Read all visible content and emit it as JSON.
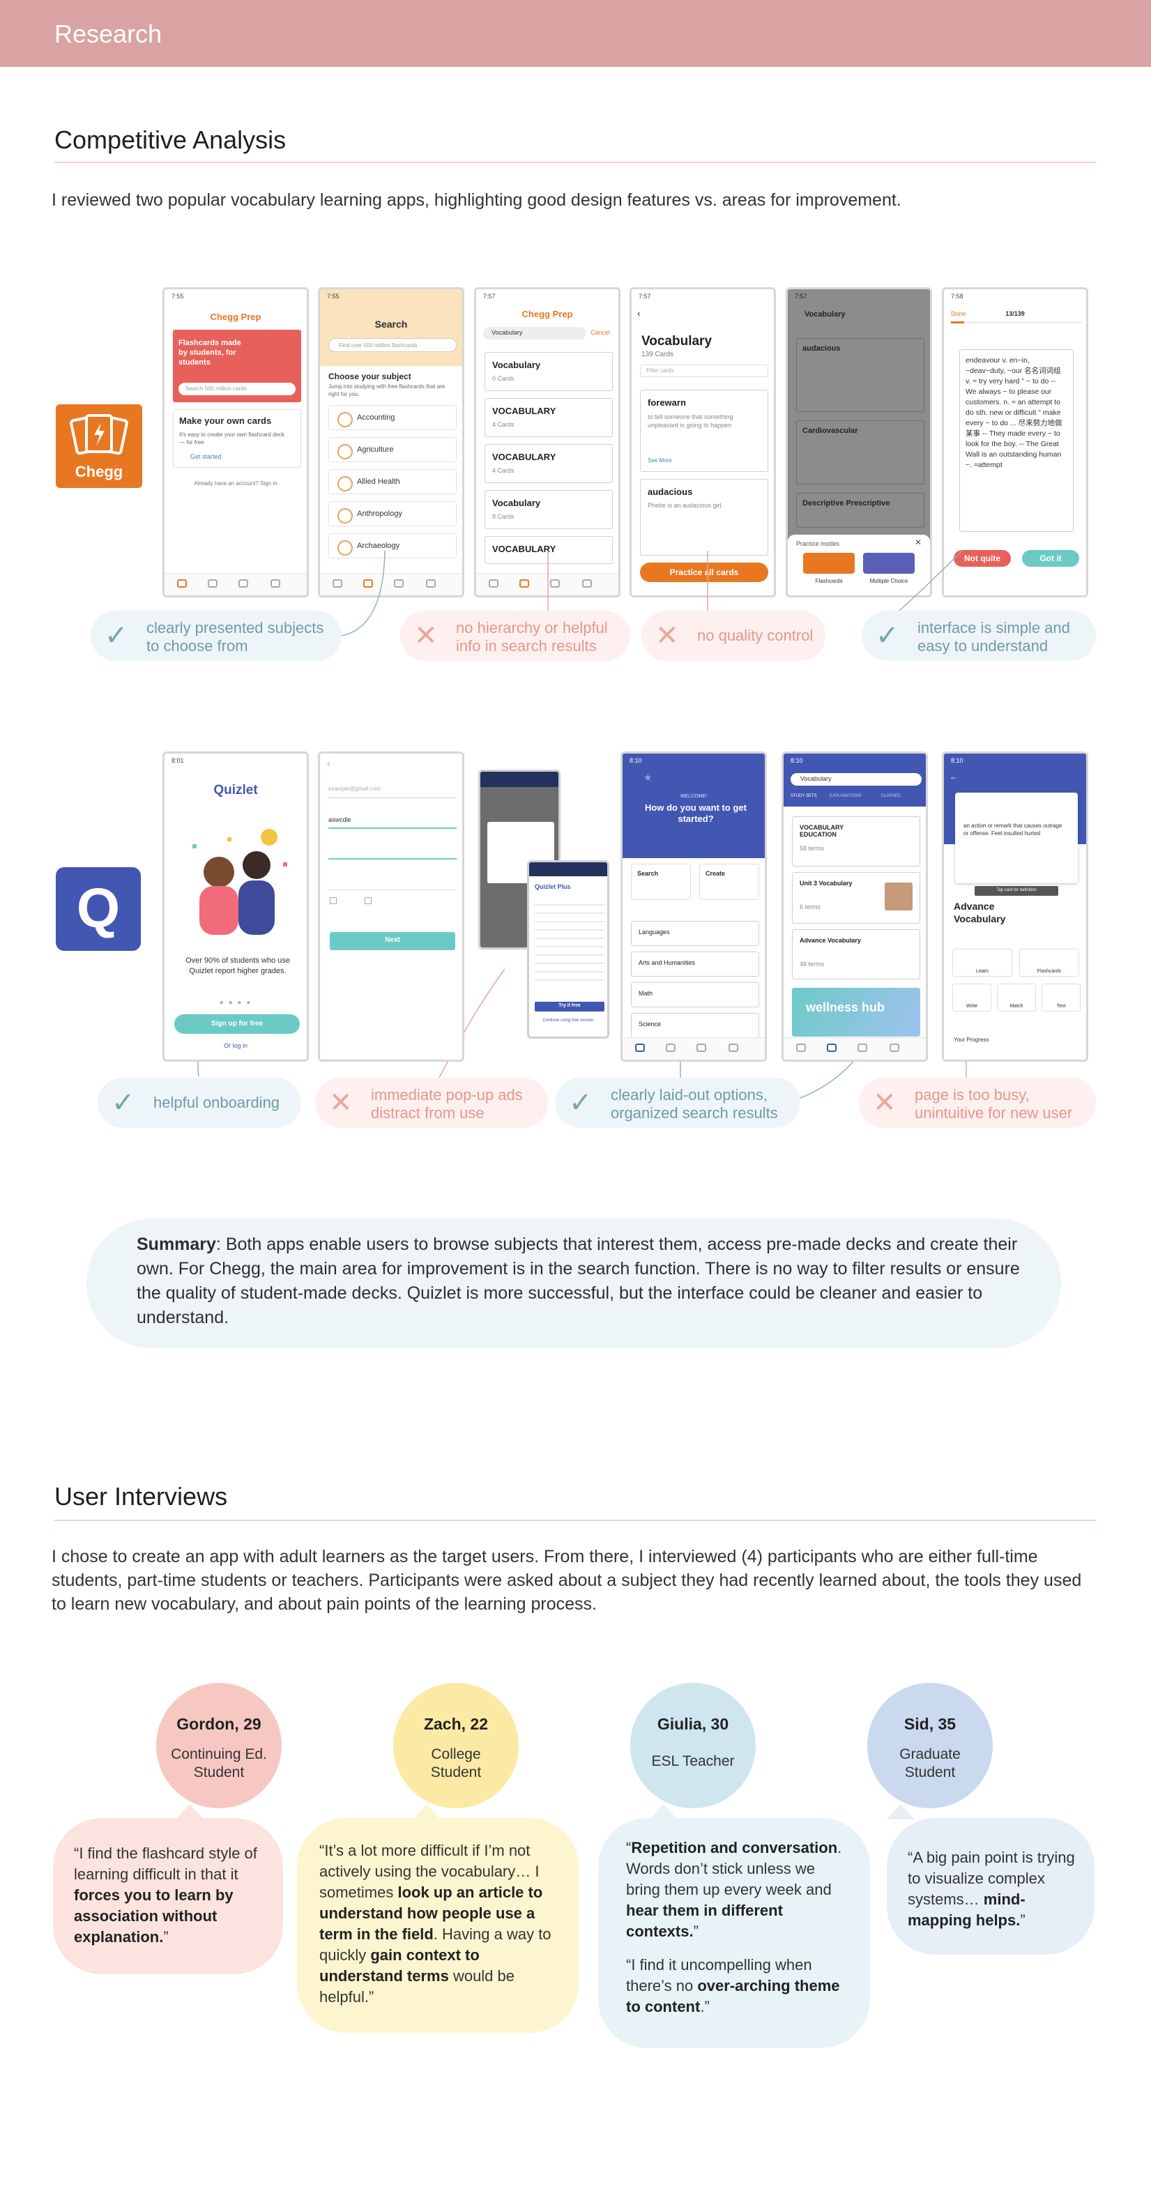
{
  "banner": {
    "title": "Research"
  },
  "competitive": {
    "title": "Competitive Analysis",
    "intro": "I reviewed two popular vocabulary learning apps, highlighting good design features vs. areas for improvement.",
    "chegg": {
      "logo_label": "Chegg",
      "screens": {
        "s1": {
          "time": "7:55",
          "brand": "Chegg Prep",
          "hero": "Flashcards made by students, for students",
          "search_ph": "Search 500 million cards",
          "own_title": "Make your own cards",
          "own_sub": "It's easy to create your own flashcard deck — for free",
          "get_started": "Get started",
          "account": "Already have an account? Sign in"
        },
        "s2": {
          "time": "7:55",
          "title": "Search",
          "search_ph": "Find over 500 million flashcards",
          "choose": "Choose your subject",
          "choose_sub": "Jump into studying with free flashcards that are right for you.",
          "subjects": [
            "Accounting",
            "Agriculture",
            "Allied Health",
            "Anthropology",
            "Archaeology"
          ]
        },
        "s3": {
          "time": "7:57",
          "brand": "Chegg Prep",
          "query": "Vocabulary",
          "cancel": "Cancel",
          "results": [
            {
              "t": "Vocabulary",
              "s": "0 Cards"
            },
            {
              "t": "VOCABULARY",
              "s": "4 Cards"
            },
            {
              "t": "VOCABULARY",
              "s": "4 Cards"
            },
            {
              "t": "Vocabulary",
              "s": "8 Cards"
            },
            {
              "t": "VOCABULARY",
              "s": ""
            }
          ]
        },
        "s4": {
          "time": "7:57",
          "title": "Vocabulary",
          "count": "139 Cards",
          "filter_ph": "Filter cards",
          "cards": [
            {
              "t": "forewarn",
              "s": "to tell someone that something unpleasant is going to happen"
            },
            {
              "t": "audacious",
              "s": "Phebe is an audacious girl."
            }
          ],
          "see_more": "See More",
          "practice": "Practice all cards"
        },
        "s5": {
          "time": "7:57",
          "title": "Vocabulary",
          "cards": [
            "audacious",
            "Cardiovascular",
            "Descriptive Prescriptive"
          ],
          "modes": "Practice modes",
          "flash": "Flashcards",
          "multi": "Multiple Choice"
        },
        "s6": {
          "time": "7:58",
          "done": "Done",
          "progress": "13/139",
          "card_text": "endeavour v. en~in, ~deav~duty, ~our 名名词词组 v. ≈ try very hard \" ~ to do -- We always ~ to please our customers. n. ≈ an attempt to do sth. new or difficult \" make every ~ to do ... 尽来努力地做某事 -- They made every ~ to look for the boy. -- The Great Wall is an outstanding human ~. ≈attempt",
          "not_quite": "Not quite",
          "got_it": "Got it"
        }
      },
      "callouts": [
        {
          "type": "good",
          "mark": "✓",
          "text": "clearly presented subjects to choose from"
        },
        {
          "type": "bad",
          "mark": "✕",
          "text": "no hierarchy or helpful info in search results"
        },
        {
          "type": "bad",
          "mark": "✕",
          "text": "no quality control"
        },
        {
          "type": "good",
          "mark": "✓",
          "text": "interface is simple and easy to understand"
        }
      ]
    },
    "quizlet": {
      "logo_label": "Q",
      "screens": {
        "s1": {
          "time": "8:01",
          "brand": "Quizlet",
          "claim": "Over 90% of students who use Quizlet report higher grades.",
          "signup": "Sign up for free",
          "login": "Or log in"
        },
        "s2": {
          "email_ph": "example@gmail.com",
          "username": "aswcdle",
          "next": "Next"
        },
        "s3": {
          "popup_title": "Quizlet Plus",
          "popup_btn": "Try it free",
          "popup_cancel": "Continue using free version"
        },
        "s4": {
          "time": "8:10",
          "welcome": "WELCOME!",
          "title": "How do you want to get started?",
          "search": "Search",
          "create": "Create",
          "subjects": [
            "Languages",
            "Arts and Humanities",
            "Math",
            "Science"
          ]
        },
        "s5": {
          "time": "8:10",
          "query": "Vocabulary",
          "tabs": [
            "STUDY SETS",
            "EXPLANATIONS",
            "CLASSES"
          ],
          "results": [
            {
              "t": "VOCABULARY EDUCATION",
              "s": "58 terms"
            },
            {
              "t": "Unit 3 Vocabulary",
              "s": "6 terms"
            },
            {
              "t": "Advance Vocabulary",
              "s": "48 terms"
            }
          ],
          "ad": "wellness hub"
        },
        "s6": {
          "time": "8:10",
          "definition": "an action or remark that causes outrage or offense. Feel insulted hurted",
          "tap": "Tap card for definition",
          "title": "Advance Vocabulary",
          "modes": [
            "Learn",
            "Flashcards",
            "Write",
            "Match",
            "Test"
          ],
          "progress": "Your Progress"
        }
      },
      "callouts": [
        {
          "type": "good",
          "mark": "✓",
          "text": "helpful onboarding"
        },
        {
          "type": "bad",
          "mark": "✕",
          "text": "immediate pop-up ads distract from use"
        },
        {
          "type": "good",
          "mark": "✓",
          "text": "clearly laid-out options, organized search results"
        },
        {
          "type": "bad",
          "mark": "✕",
          "text": "page is too busy, unintuitive for new user"
        }
      ]
    },
    "summary": {
      "label": "Summary",
      "text": ": Both apps enable users to browse subjects that interest them, access pre-made decks and create their own. For Chegg, the main area for improvement is in the search function. There is no way to filter results or ensure the quality of student-made decks. Quizlet is more successful, but the interface could be cleaner and easier to understand."
    }
  },
  "interviews": {
    "title": "User Interviews",
    "intro": "I chose to create an app with adult learners as the target users. From there, I interviewed (4) participants who are either full-time students, part-time students or teachers. Participants were asked about a subject they had recently learned about, the tools they used to learn new vocabulary, and about pain points of the learning process.",
    "personas": [
      {
        "name": "Gordon, 29",
        "role": "Continuing Ed. Student",
        "color": "#f7c8c2",
        "bubble": "#fce3e0"
      },
      {
        "name": "Zach, 22",
        "role": "College Student",
        "color": "#fbeaa4",
        "bubble": "#fdf5cf"
      },
      {
        "name": "Giulia, 30",
        "role": "ESL Teacher",
        "color": "#cfe6ef",
        "bubble": "#e8f3f7"
      },
      {
        "name": "Sid, 35",
        "role": "Graduate Student",
        "color": "#cbd9ef",
        "bubble": "#e6eef8"
      }
    ],
    "quotes": {
      "gordon": {
        "a": "“I find the flashcard style of learning difficult in that it ",
        "b": "forces you to learn by association without explanation.",
        "c": "”"
      },
      "zach": {
        "a": "“It’s a lot more difficult if I’m not actively using the vocabulary… I sometimes ",
        "b": "look up an article to understand how people use a term in the field",
        "c": ". Having a way to quickly ",
        "d": "gain context to understand terms",
        "e": " would be helpful.”"
      },
      "giulia": {
        "a": "“",
        "b": "Repetition and conversation",
        "c": ". Words don’t stick unless we bring them up every week and ",
        "d": "hear them in different contexts.",
        "e": "”",
        "f": "“I find it uncompelling when there’s no ",
        "g": "over-arching theme to content",
        "h": ".”"
      },
      "sid": {
        "a": "“A big pain point is trying to visualize complex systems… ",
        "b": "mind-mapping helps.",
        "c": "”"
      }
    }
  }
}
